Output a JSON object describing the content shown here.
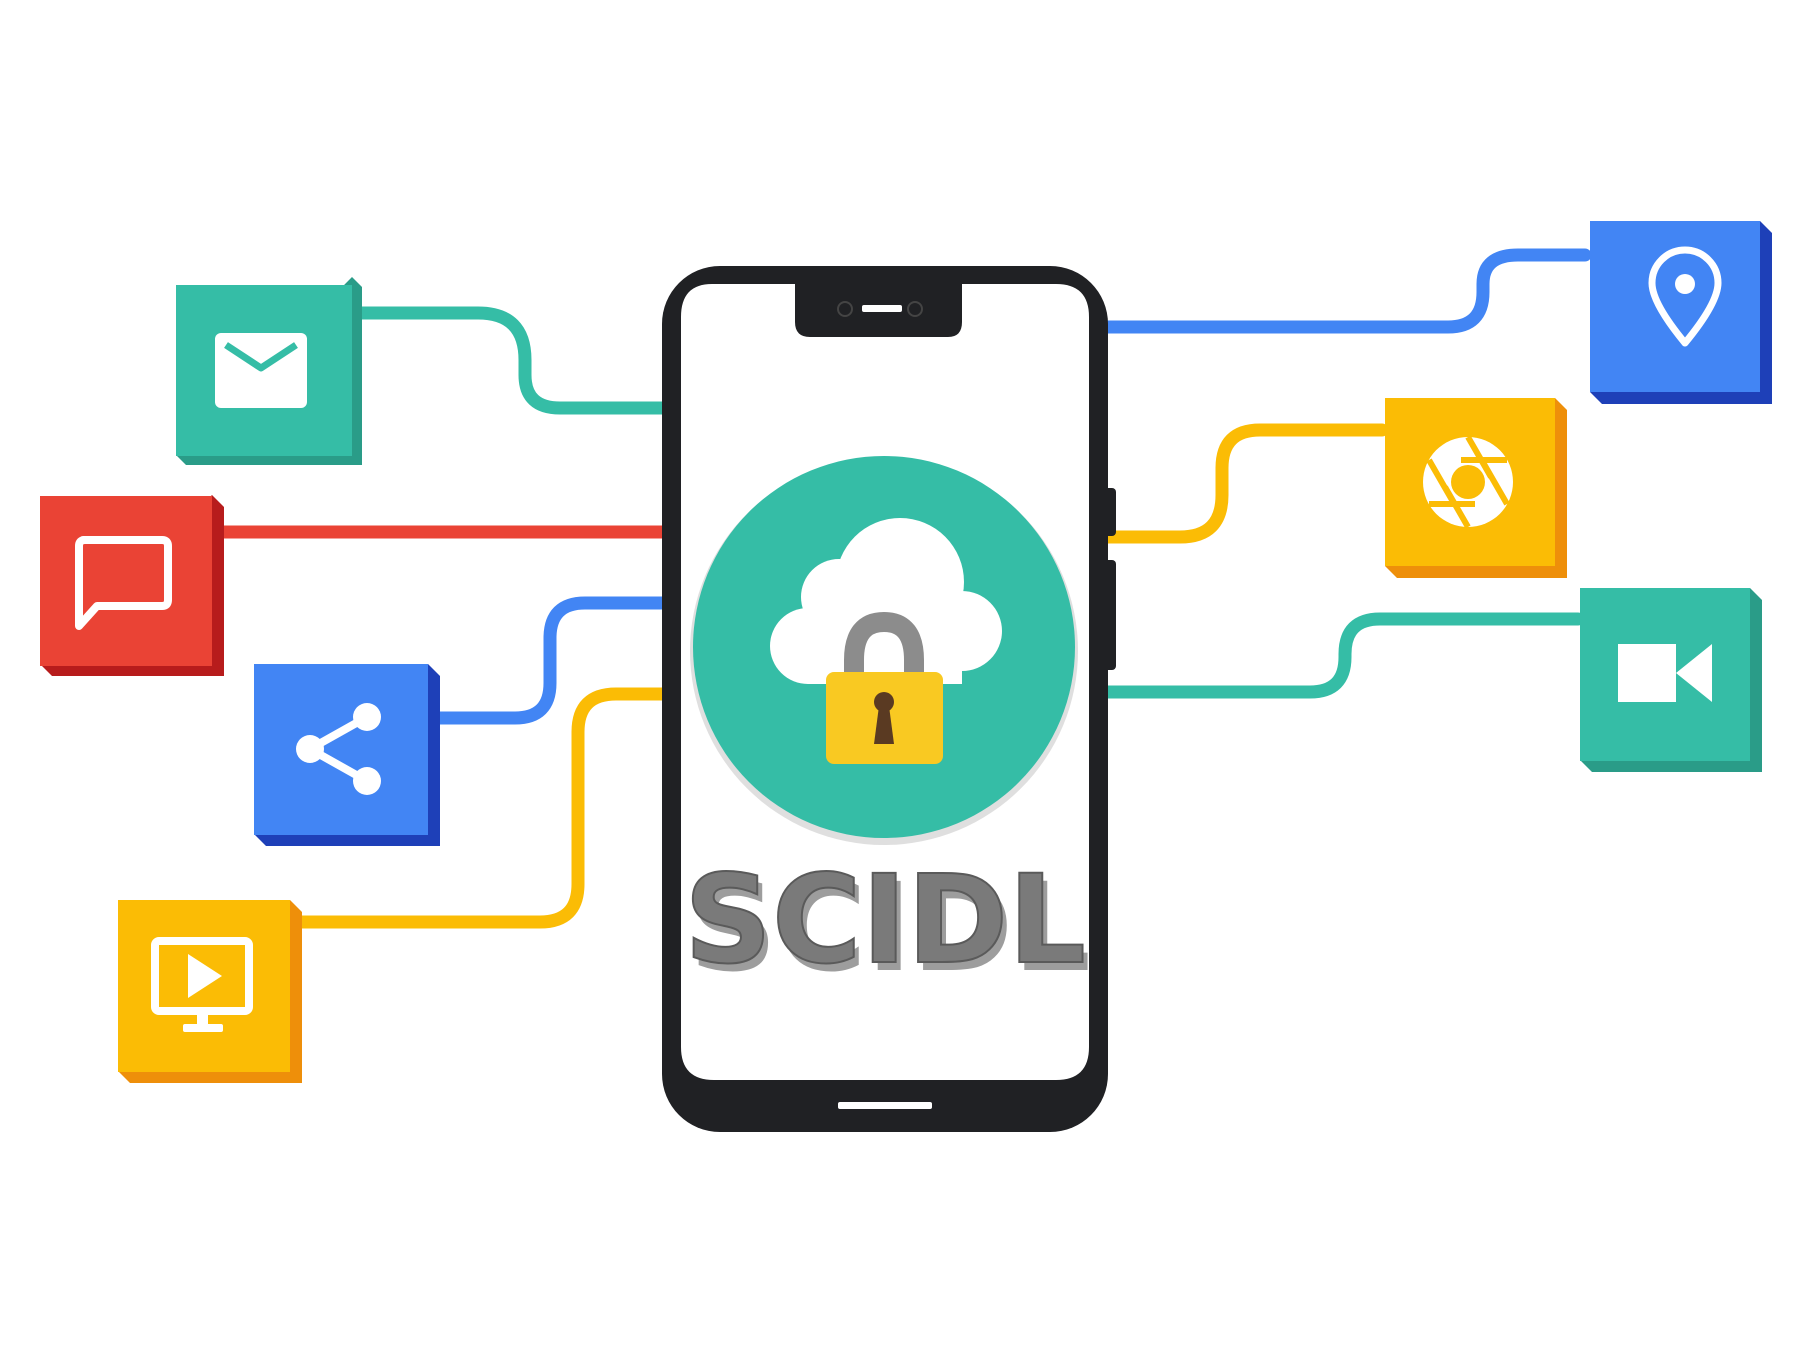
{
  "logo": {
    "text": "SCIDL"
  },
  "colors": {
    "background": "#ffffff",
    "teal": "#35BDA6",
    "teal_dark": "#2A9C88",
    "red": "#EA4335",
    "red_dark": "#B71C1C",
    "blue": "#4285F4",
    "blue_dark": "#1E40B8",
    "yellow": "#FBBC05",
    "yellow_dark": "#EE8F0A",
    "phone_frame": "#202124",
    "phone_screen": "#ffffff",
    "lock_body": "#F9C922",
    "lock_shackle": "#8C8C8C",
    "keyhole": "#5A3A22",
    "logo_text": "#7A7A7A"
  },
  "tiles": [
    {
      "icon": "email-icon",
      "color": "teal",
      "side": "left"
    },
    {
      "icon": "chat-bubble-icon",
      "color": "red",
      "side": "left"
    },
    {
      "icon": "share-icon",
      "color": "blue",
      "side": "left"
    },
    {
      "icon": "video-play-icon",
      "color": "yellow",
      "side": "left"
    },
    {
      "icon": "location-pin-icon",
      "color": "blue",
      "side": "right"
    },
    {
      "icon": "camera-shutter-icon",
      "color": "yellow",
      "side": "right"
    },
    {
      "icon": "video-camera-icon",
      "color": "teal",
      "side": "right"
    }
  ],
  "center": {
    "icon": "cloud-lock-icon"
  }
}
